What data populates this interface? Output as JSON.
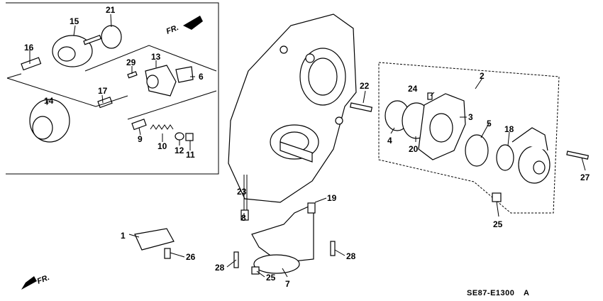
{
  "diagram_code": "SE87-E1300",
  "diagram_code_suffix": "A",
  "front_markers": [
    "FR.",
    "FR."
  ],
  "callouts": [
    "1",
    "2",
    "3",
    "4",
    "5",
    "6",
    "7",
    "8",
    "9",
    "10",
    "11",
    "12",
    "13",
    "14",
    "15",
    "16",
    "17",
    "18",
    "19",
    "20",
    "21",
    "22",
    "23",
    "24",
    "25",
    "25",
    "26",
    "27",
    "28",
    "28",
    "29"
  ]
}
